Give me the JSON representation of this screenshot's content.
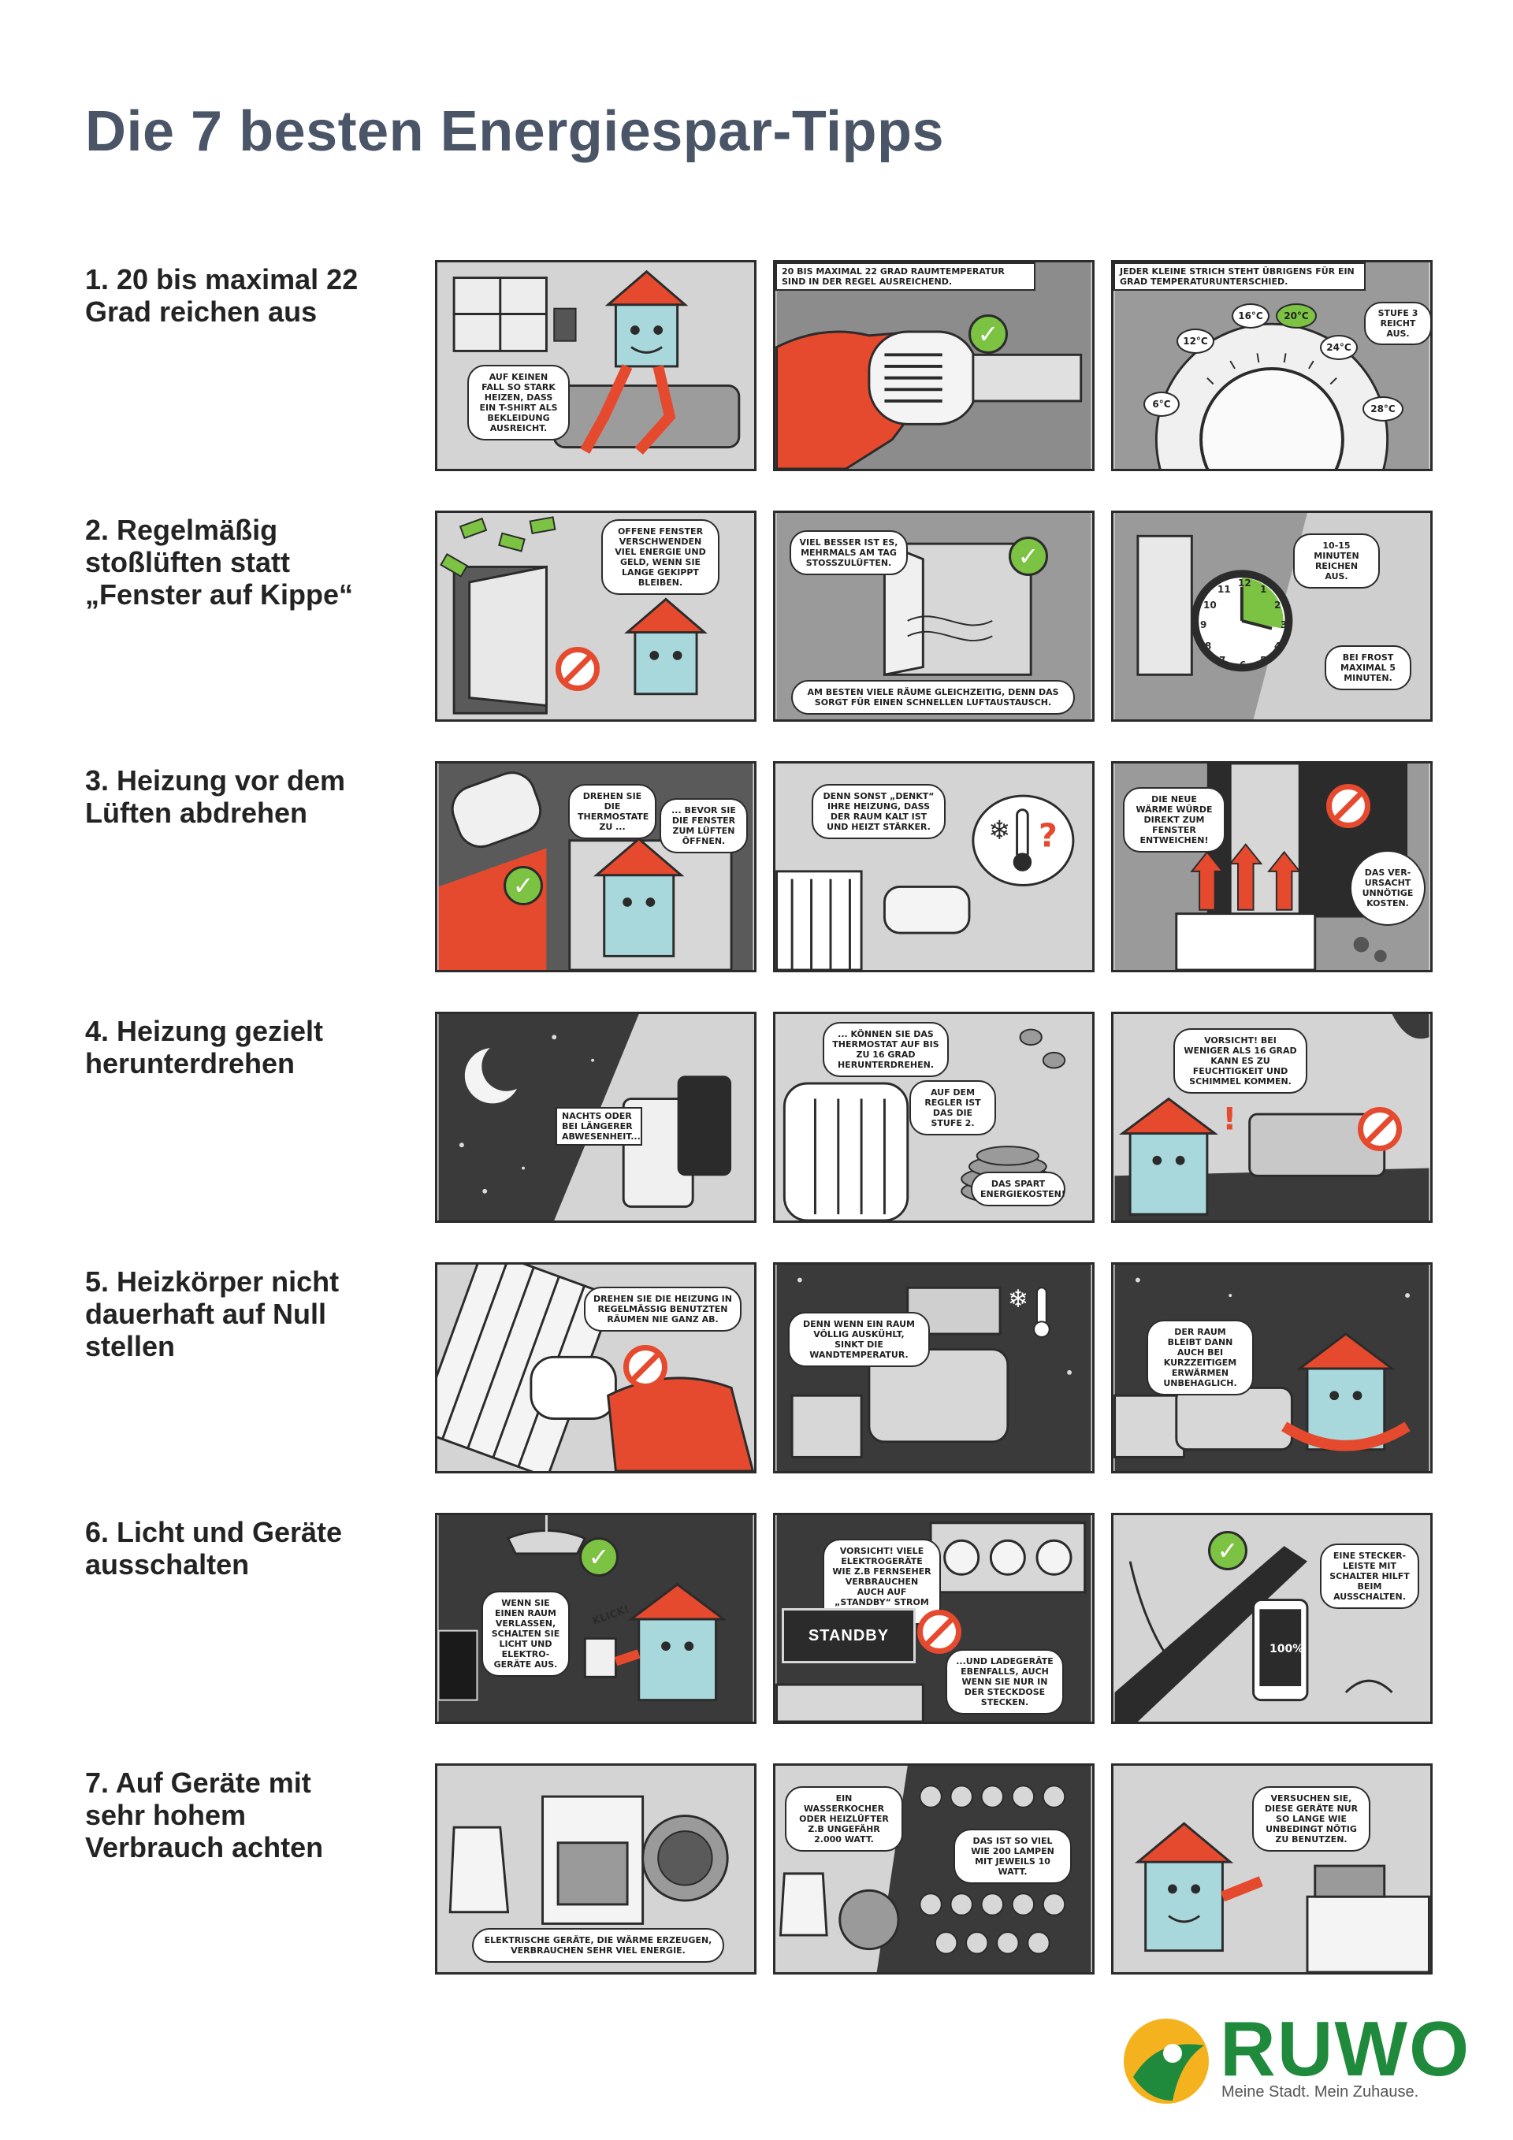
{
  "title": "Die 7 besten Energiespar-Tipps",
  "tips": [
    {
      "title": "1. 20 bis maximal 22\nGrad reichen aus",
      "captions": [
        "AUF KEINEN FALL SO STARK HEIZEN, DASS EIN T-SHIRT ALS BEKLEIDUNG AUSREICHT.",
        "20 BIS MAXIMAL 22 GRAD RAUMTEMPERATUR SIND IN DER REGEL AUSREICHEND.",
        "JEDER KLEINE STRICH STEHT ÜBRIGENS FÜR EIN GRAD TEMPERATURUNTERSCHIED.",
        "STUFE 3 REICHT AUS."
      ],
      "dial_labels": [
        "16°C",
        "20°C",
        "12°C",
        "24°C",
        "6°C",
        "28°C"
      ]
    },
    {
      "title": "2. Regelmäßig\nstoßlüften statt\n„Fenster auf Kippe“",
      "captions": [
        "OFFENE FENSTER VERSCHWENDEN VIEL ENERGIE UND GELD, WENN SIE LANGE GEKIPPT BLEIBEN.",
        "VIEL BESSER IST ES, MEHRMALS AM TAG STOSSZULÜFTEN.",
        "AM BESTEN VIELE RÄUME GLEICHZEITIG, DENN DAS SORGT FÜR EINEN SCHNELLEN LUFTAUSTAUSCH.",
        "10-15 MINUTEN REICHEN AUS.",
        "BEI FROST MAXIMAL 5 MINUTEN."
      ],
      "clock_numbers": [
        "12",
        "1",
        "2",
        "3",
        "4",
        "5",
        "6",
        "7",
        "8",
        "9",
        "10",
        "11"
      ]
    },
    {
      "title": "3. Heizung vor dem\nLüften abdrehen",
      "captions": [
        "DREHEN SIE DIE THERMOSTATE ZU ...",
        "... BEVOR SIE DIE FENSTER ZUM LÜFTEN ÖFFNEN.",
        "DENN SONST „DENKT“ IHRE HEIZUNG, DASS DER RAUM KALT IST UND HEIZT STÄRKER.",
        "DIE NEUE WÄRME WÜRDE DIREKT ZUM FENSTER ENTWEICHEN!",
        "DAS VER-URSACHT UNNÖTIGE KOSTEN."
      ]
    },
    {
      "title": "4. Heizung gezielt\nherunterdrehen",
      "captions": [
        "NACHTS ODER BEI LÄNGERER ABWESENHEIT...",
        "... KÖNNEN SIE DAS THERMOSTAT AUF BIS ZU 16 GRAD HERUNTERDREHEN.",
        "AUF DEM REGLER IST DAS DIE STUFE 2.",
        "DAS SPART ENERGIEKOSTEN!",
        "VORSICHT! BEI WENIGER ALS 16 GRAD KANN ES ZU FEUCHTIGKEIT UND SCHIMMEL KOMMEN."
      ]
    },
    {
      "title": "5. Heizkörper nicht\ndauerhaft auf Null\nstellen",
      "captions": [
        "DREHEN SIE DIE HEIZUNG IN REGELMÄSSIG BENUTZTEN RÄUMEN NIE GANZ AB.",
        "DENN WENN EIN RAUM VÖLLIG AUSKÜHLT, SINKT DIE WANDTEMPERATUR.",
        "DER RAUM BLEIBT DANN AUCH BEI KURZZEITIGEM ERWÄRMEN UNBEHAGLICH."
      ]
    },
    {
      "title": "6. Licht und Geräte\nausschalten",
      "captions": [
        "WENN SIE EINEN RAUM VERLASSEN, SCHALTEN SIE LICHT UND ELEKTRO-GERÄTE AUS.",
        "KLICK!",
        "VORSICHT! VIELE ELEKTROGERÄTE WIE Z.B FERNSEHER VERBRAUCHEN AUCH AUF „STANDBY“ STROM ...",
        "STANDBY",
        "...UND LADEGERÄTE EBENFALLS, AUCH WENN SIE NUR IN DER STECKDOSE STECKEN.",
        "EINE STECKER-LEISTE MIT SCHALTER HILFT BEIM AUSSCHALTEN.",
        "100%"
      ]
    },
    {
      "title": "7. Auf Geräte mit\nsehr hohem\nVerbrauch achten",
      "captions": [
        "ELEKTRISCHE GERÄTE, DIE WÄRME ERZEUGEN, VERBRAUCHEN SEHR VIEL ENERGIE.",
        "EIN WASSERKOCHER ODER HEIZLÜFTER Z.B UNGEFÄHR 2.000 WATT.",
        "DAS IST SO VIEL WIE 200 LAMPEN MIT JEWEILS 10 WATT.",
        "VERSUCHEN SIE, DIESE GERÄTE NUR SO LANGE WIE UNBEDINGT NÖTIG ZU BENUTZEN."
      ]
    }
  ],
  "logo": {
    "name": "RUWO",
    "claim": "Meine Stadt. Mein Zuhause."
  },
  "colors": {
    "title": "#4a5568",
    "accent_red": "#e64a2e",
    "check_green": "#7cc243",
    "house_blue": "#a8d8dc",
    "logo_green": "#1f8a3b",
    "logo_yellow": "#f5b21f"
  }
}
